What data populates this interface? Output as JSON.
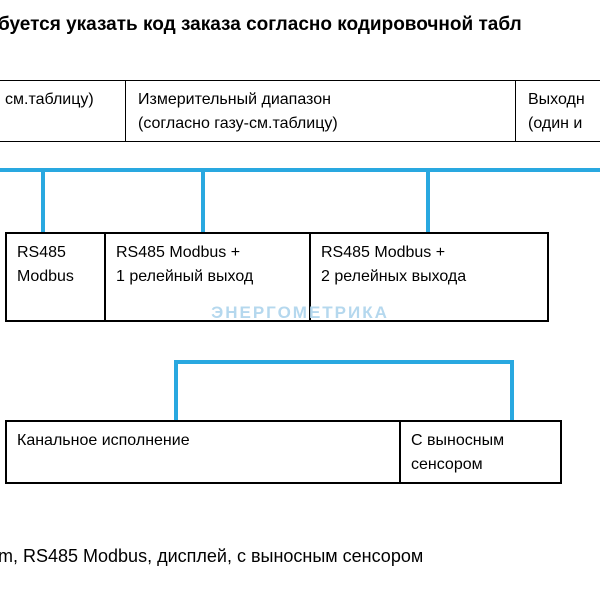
{
  "title": "буется указать код заказа согласно кодировочной табл",
  "watermark": "ЭНЕРГОМЕТРИКА",
  "header_table": {
    "cells": [
      {
        "line1": "см.таблицу)",
        "line2": ""
      },
      {
        "line1": "Измерительный диапазон",
        "line2": "(согласно газу-см.таблицу)"
      },
      {
        "line1": "Выходн",
        "line2": "(один и"
      }
    ]
  },
  "output_options": [
    {
      "line1": "RS485",
      "line2": "Modbus"
    },
    {
      "line1": "RS485 Modbus +",
      "line2": "1 релейный выход"
    },
    {
      "line1": "RS485 Modbus +",
      "line2": "2 релейных выхода"
    }
  ],
  "mount_options": [
    {
      "line1": "Канальное исполнение",
      "line2": ""
    },
    {
      "line1": "С выносным",
      "line2": "сенсором"
    }
  ],
  "footer_text": "m, RS485 Modbus, дисплей, с выносным сенсором",
  "colors": {
    "connector": "#29a8e0",
    "watermark": "#b5d8ee",
    "border": "#000000"
  }
}
